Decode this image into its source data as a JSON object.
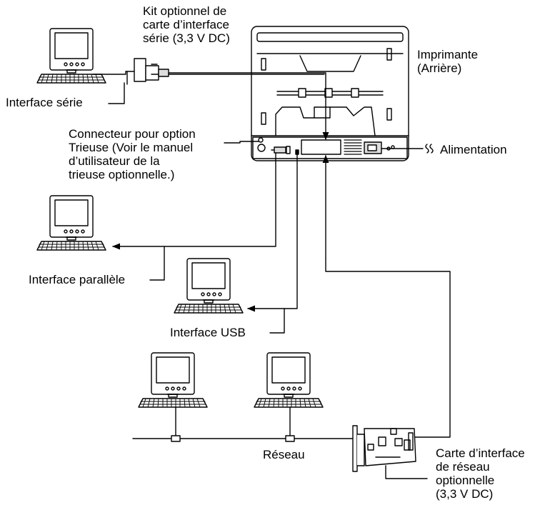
{
  "labels": {
    "serial_kit": "Kit optionnel de\ncarte d’interface\nsérie (3,3 V DC)",
    "printer": "Imprimante\n(Arrière)",
    "serial_interface": "Interface série",
    "sorter_connector": "Connecteur pour option\nTrieuse (Voir le manuel\nd’utilisateur de la\ntrieuse optionnelle.)",
    "power": "Alimentation",
    "parallel_interface": "Interface parallèle",
    "usb_interface": "Interface USB",
    "network": "Réseau",
    "network_card": "Carte d’interface\nde réseau\noptionnelle\n(3,3 V DC)"
  },
  "colors": {
    "line": "#000000",
    "background": "#ffffff",
    "fill_grey": "#dddddd"
  }
}
